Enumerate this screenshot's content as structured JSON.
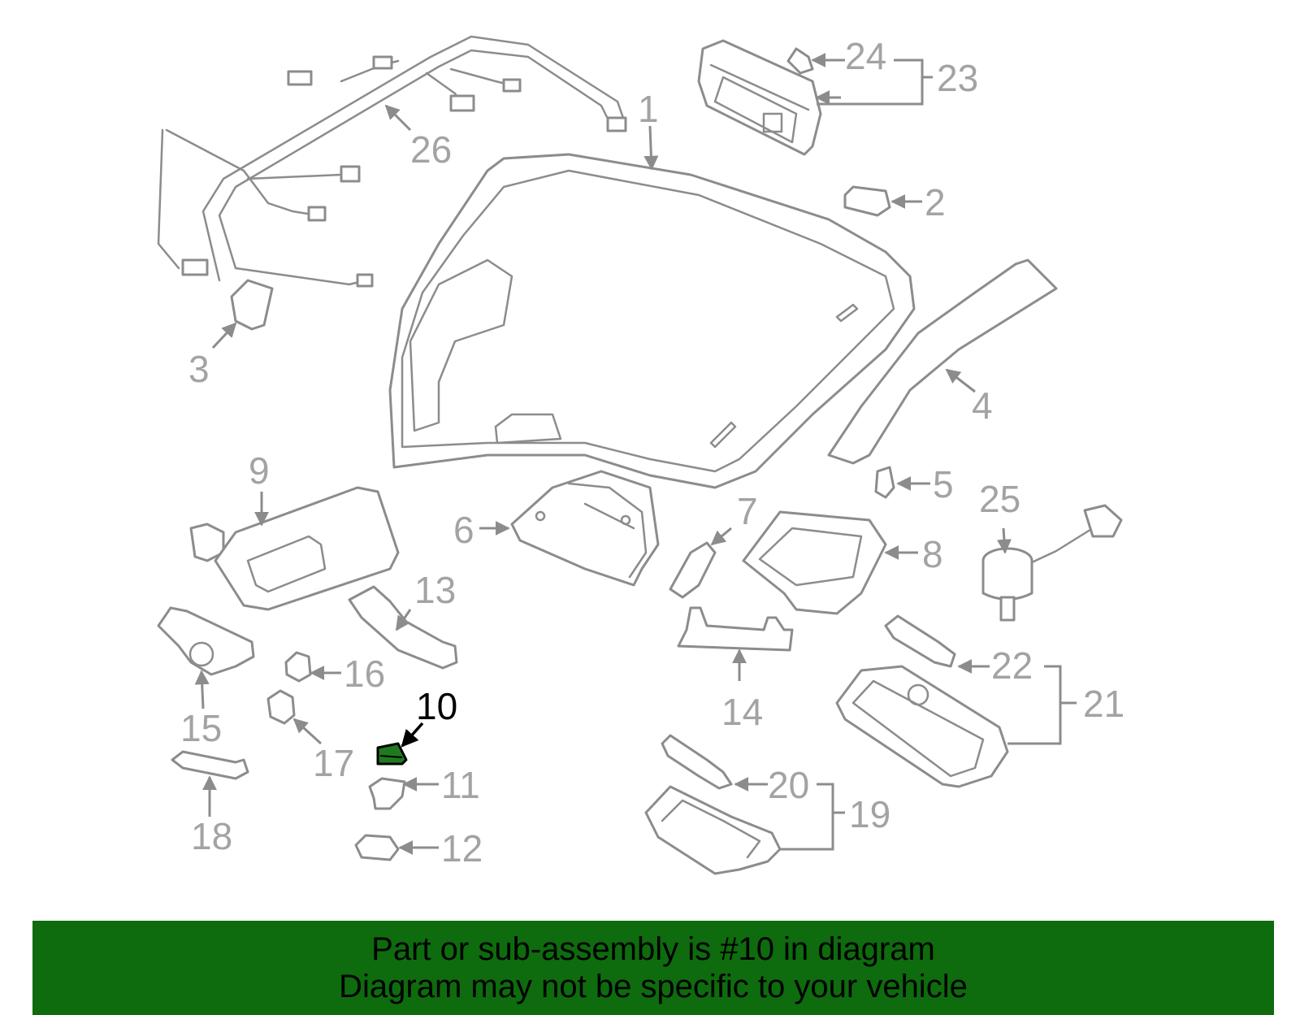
{
  "diagram": {
    "highlight_color": "#1f7a1f",
    "callouts": {
      "c1": "1",
      "c2": "2",
      "c3": "3",
      "c4": "4",
      "c5": "5",
      "c6": "6",
      "c7": "7",
      "c8": "8",
      "c9": "9",
      "c10": "10",
      "c11": "11",
      "c12": "12",
      "c13": "13",
      "c14": "14",
      "c15": "15",
      "c16": "16",
      "c17": "17",
      "c18": "18",
      "c19": "19",
      "c20": "20",
      "c21": "21",
      "c22": "22",
      "c23": "23",
      "c24": "24",
      "c25": "25",
      "c26": "26"
    }
  },
  "banner": {
    "color": "#0e6b0e",
    "line1": "Part or sub-assembly is #10 in diagram",
    "line2": "Diagram may not be specific to your vehicle"
  }
}
